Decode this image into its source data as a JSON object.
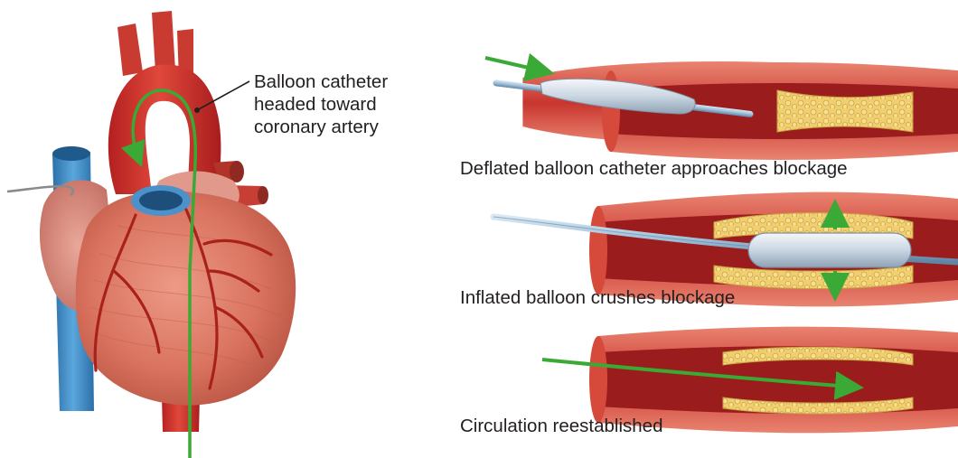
{
  "callout": {
    "lines": [
      "Balloon catheter",
      "headed toward",
      "coronary artery"
    ]
  },
  "steps": [
    {
      "caption": "Deflated balloon catheter approaches blockage"
    },
    {
      "caption": "Inflated balloon crushes blockage"
    },
    {
      "caption": "Circulation reestablished"
    }
  ],
  "colors": {
    "arrow": "#3aa935",
    "artery_wall": "#c8352f",
    "artery_lumen": "#9a1c1c",
    "plaque": "#f2cf6e",
    "catheter": "#9fbfd8",
    "vein": "#3e8ec9",
    "heart_muscle": "#d9735f"
  }
}
